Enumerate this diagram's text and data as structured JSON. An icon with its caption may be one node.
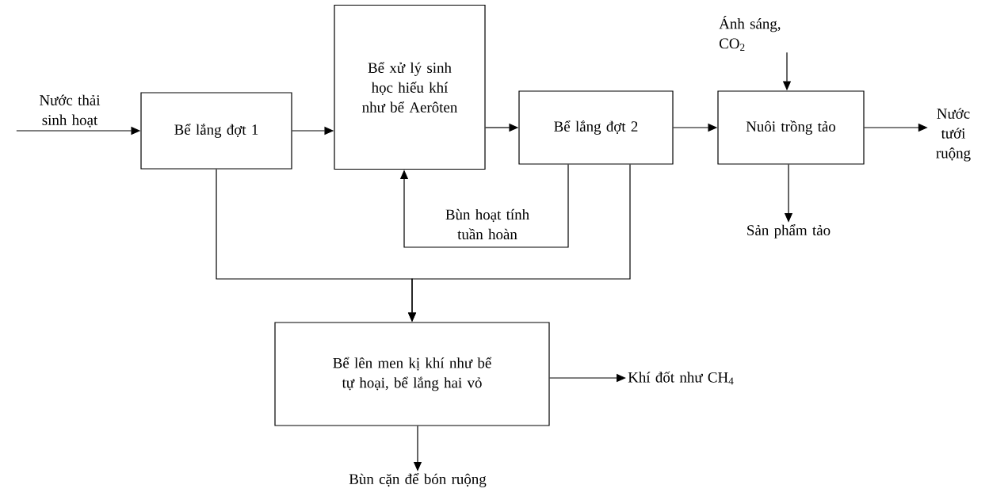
{
  "diagram": {
    "nodes": [
      {
        "text": [
          "Nước thải sinh hoạt"
        ]
      },
      {
        "text": [
          "Bể lắng đợt 1"
        ]
      },
      {
        "text": [
          "Bể xử lý sinh học hiếu khí như bể Aerôten"
        ]
      },
      {
        "text": [
          "Bể lắng đợt 2"
        ]
      },
      {
        "text": [
          "Nuôi trồng tảo"
        ]
      },
      {
        "text": [
          "Ánh sáng, CO$_{2}$"
        ]
      },
      {
        "text": [
          "Nước tưới ruộng"
        ]
      },
      {
        "text": [
          "Sản phẩm tảo"
        ]
      },
      {
        "text": [
          "Bể lên men kị khí như bể tự hoại, bể lắng hai vỏ"
        ]
      },
      {
        "text": [
          "Khí đốt như CH$_{4}$"
        ]
      },
      {
        "text": [
          "Bùn cặn để bón ruộng"
        ]
      }
    ],
    "edges": [
      {
        "from": 0,
        "to": 1,
        "arrow": "to"
      },
      {
        "from": 1,
        "to": 2,
        "arrow": "to"
      },
      {
        "from": 2,
        "to": 3,
        "arrow": "to"
      },
      {
        "from": 3,
        "to": 4,
        "arrow": "to"
      },
      {
        "from": 5,
        "to": 4,
        "arrow": "to"
      },
      {
        "from": 4,
        "to": 6,
        "arrow": "to"
      },
      {
        "from": 4,
        "to": 7,
        "arrow": "to"
      },
      {
        "from": 3,
        "to": 2,
        "arrow": "to",
        "label": "Bùn hoạt tính tuần hoàn"
      },
      {
        "from": 1,
        "to": 8,
        "arrow": "to"
      },
      {
        "from": 3,
        "to": 8,
        "arrow": "to"
      },
      {
        "from": 8,
        "to": 9,
        "arrow": "to"
      },
      {
        "from": 8,
        "to": 10,
        "arrow": "to"
      }
    ]
  }
}
